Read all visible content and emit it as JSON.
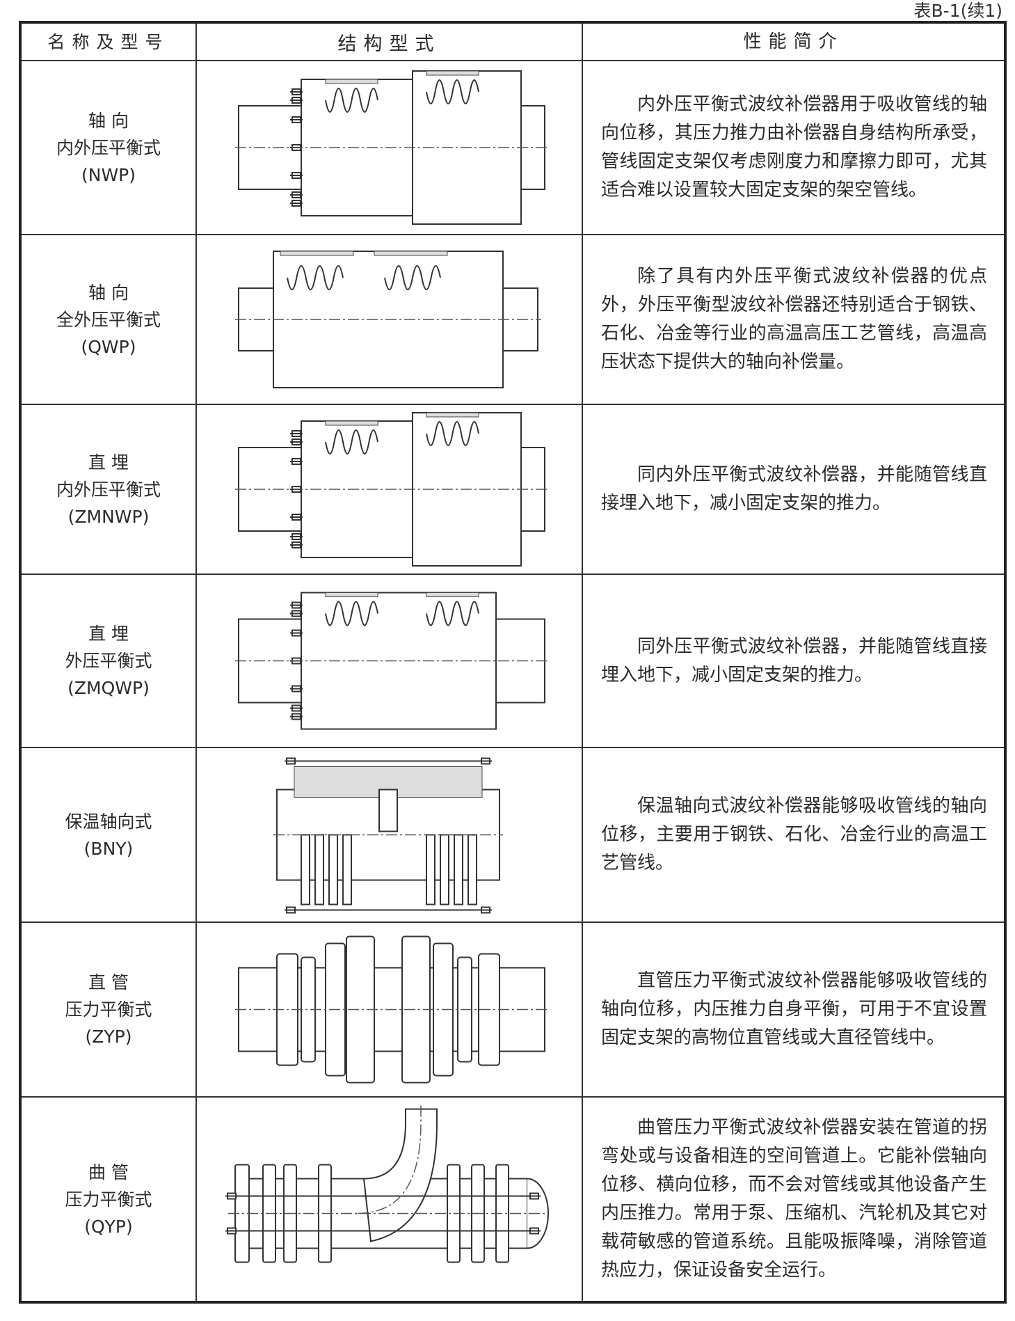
{
  "caption": "表B-1(续1)",
  "headers": [
    "名称及型号",
    "结构型式",
    "性能简介"
  ],
  "rows": [
    {
      "name": [
        "轴 向",
        "内外压平衡式",
        "(NWP)"
      ],
      "drawing": "nwp",
      "desc": "内外压平衡式波纹补偿器用于吸收管线的轴向位移，其压力推力由补偿器自身结构所承受，管线固定支架仅考虑刚度力和摩擦力即可，尤其适合难以设置较大固定支架的架空管线。"
    },
    {
      "name": [
        "轴 向",
        "全外压平衡式",
        "(QWP)"
      ],
      "drawing": "qwp",
      "desc": "除了具有内外压平衡式波纹补偿器的优点外，外压平衡型波纹补偿器还特别适合于钢铁、石化、冶金等行业的高温高压工艺管线，高温高压状态下提供大的轴向补偿量。"
    },
    {
      "name": [
        "直 埋",
        "内外压平衡式",
        "(ZMNWP)"
      ],
      "drawing": "nwp",
      "desc": "同内外压平衡式波纹补偿器，并能随管线直接埋入地下，减小固定支架的推力。"
    },
    {
      "name": [
        "直 埋",
        "外压平衡式",
        "(ZMQWP)"
      ],
      "drawing": "zmqwp",
      "desc": "同外压平衡式波纹补偿器，并能随管线直接埋入地下，减小固定支架的推力。"
    },
    {
      "name": [
        "保温轴向式",
        "(BNY)"
      ],
      "drawing": "bny",
      "desc": "保温轴向式波纹补偿器能够吸收管线的轴向位移，主要用于钢铁、石化、冶金行业的高温工艺管线。"
    },
    {
      "name": [
        "直 管",
        "压力平衡式",
        "(ZYP)"
      ],
      "drawing": "zyp",
      "desc": "直管压力平衡式波纹补偿器能够吸收管线的轴向位移，内压推力自身平衡，可用于不宜设置固定支架的高物位直管线或大直径管线中。"
    },
    {
      "name": [
        "曲 管",
        "压力平衡式",
        "(QYP)"
      ],
      "drawing": "qyp",
      "desc": "曲管压力平衡式波纹补偿器安装在管道的拐弯处或与设备相连的空间管道上。它能补偿轴向位移、横向位移，而不会对管线或其他设备产生内压推力。常用于泵、压缩机、汽轮机及其它对载荷敏感的管道系统。且能吸振降噪，消除管道热应力，保证设备安全运行。"
    }
  ]
}
